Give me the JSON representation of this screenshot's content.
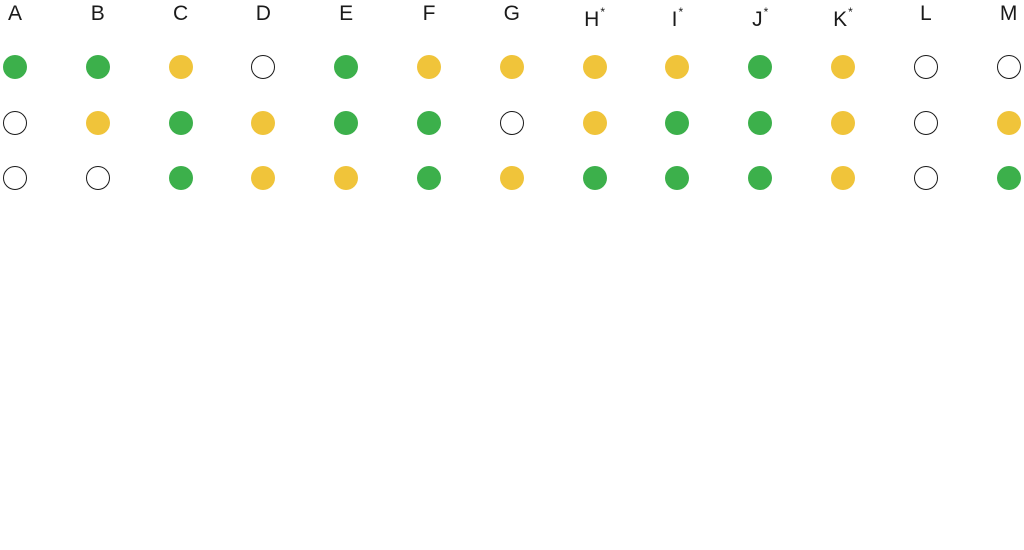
{
  "legend_colors": {
    "green": "#3cb04b",
    "yellow": "#f0c43a",
    "empty": "#ffffff"
  },
  "columns": [
    {
      "label": "A",
      "mark": "",
      "dots": [
        "green",
        "empty",
        "empty"
      ]
    },
    {
      "label": "B",
      "mark": "",
      "dots": [
        "green",
        "yellow",
        "empty"
      ]
    },
    {
      "label": "C",
      "mark": "",
      "dots": [
        "yellow",
        "green",
        "green"
      ]
    },
    {
      "label": "D",
      "mark": "",
      "dots": [
        "empty",
        "yellow",
        "yellow"
      ]
    },
    {
      "label": "E",
      "mark": "",
      "dots": [
        "green",
        "green",
        "yellow"
      ]
    },
    {
      "label": "F",
      "mark": "",
      "dots": [
        "yellow",
        "green",
        "green"
      ]
    },
    {
      "label": "G",
      "mark": "",
      "dots": [
        "yellow",
        "empty",
        "yellow"
      ]
    },
    {
      "label": "H",
      "mark": "*",
      "dots": [
        "yellow",
        "yellow",
        "green"
      ]
    },
    {
      "label": "I",
      "mark": "*",
      "dots": [
        "yellow",
        "green",
        "green"
      ]
    },
    {
      "label": "J",
      "mark": "*",
      "dots": [
        "green",
        "green",
        "green"
      ]
    },
    {
      "label": "K",
      "mark": "*",
      "dots": [
        "yellow",
        "yellow",
        "yellow"
      ]
    },
    {
      "label": "L",
      "mark": "",
      "dots": [
        "empty",
        "empty",
        "empty"
      ]
    },
    {
      "label": "M",
      "mark": "",
      "dots": [
        "empty",
        "yellow",
        "green"
      ]
    }
  ]
}
